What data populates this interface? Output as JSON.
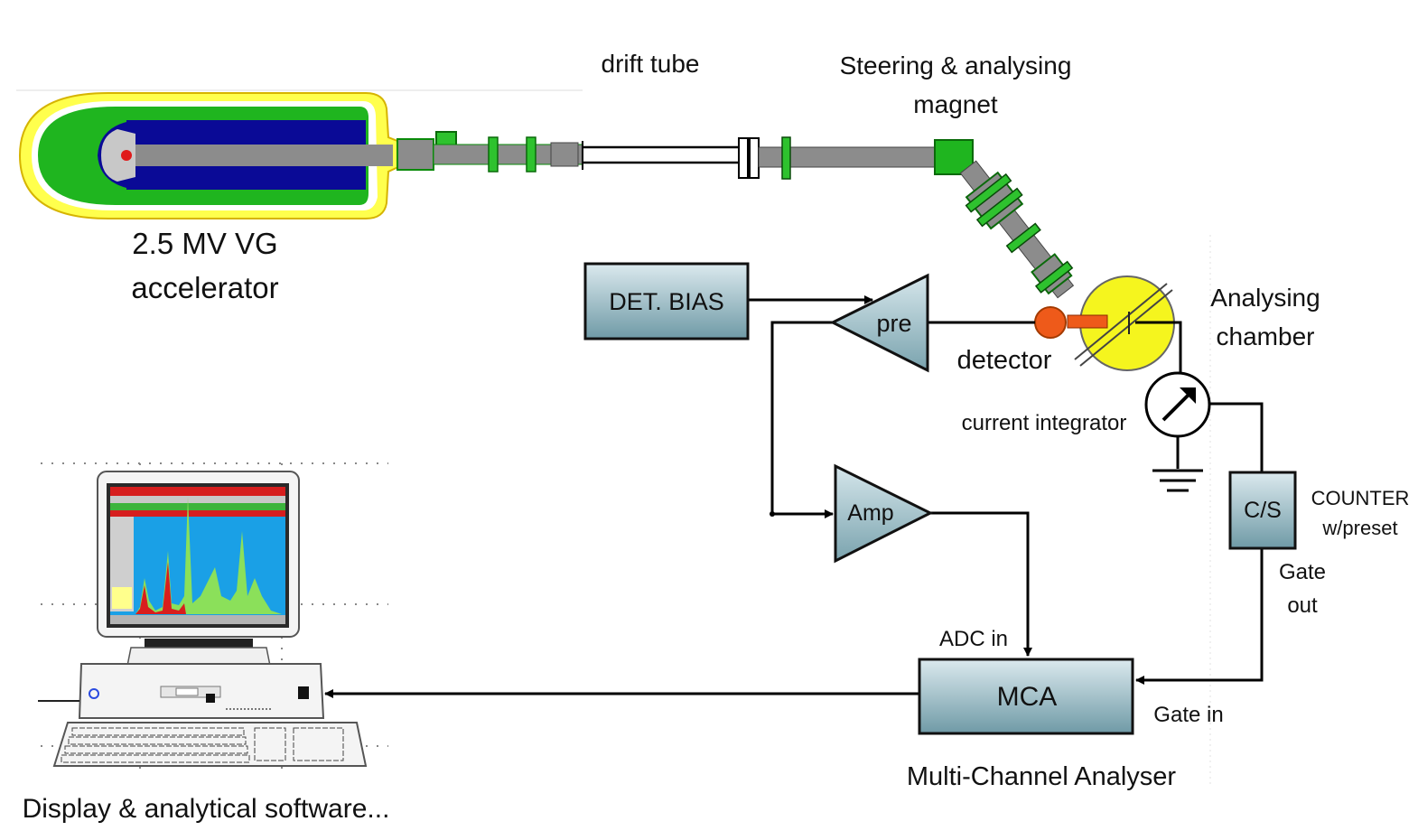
{
  "labels": {
    "drift_tube": "drift tube",
    "magnet_line1": "Steering & analysing",
    "magnet_line2": "magnet",
    "accel_line1": "2.5 MV VG",
    "accel_line2": "accelerator",
    "chamber_line1": "Analysing",
    "chamber_line2": "chamber",
    "detector": "detector",
    "current_integrator": "current integrator",
    "counter_line1": "COUNTER",
    "counter_line2": "w/preset",
    "gate_out_line1": "Gate",
    "gate_out_line2": "out",
    "adc_in": "ADC in",
    "gate_in": "Gate in",
    "mca_caption": "Multi-Channel Analyser",
    "display_caption": "Display & analytical software..."
  },
  "boxes": {
    "det_bias": "DET. BIAS",
    "preamp": "pre",
    "amp": "Amp",
    "counter": "C/S",
    "mca": "MCA"
  },
  "colors": {
    "box_fill_top": "#dbe9ee",
    "box_fill_bottom": "#6f9aa6",
    "accel_green": "#1fb51f",
    "accel_navy": "#0a0a96",
    "accel_yellow": "#ffff4d",
    "beamline_grey": "#8c8c8c",
    "chamber_yellow": "#f5f51e",
    "detector_orange": "#ee5a1a",
    "screen_blue": "#1aa0e6",
    "spectrum_green": "#8be05a",
    "spectrum_red": "#d81e1e"
  }
}
